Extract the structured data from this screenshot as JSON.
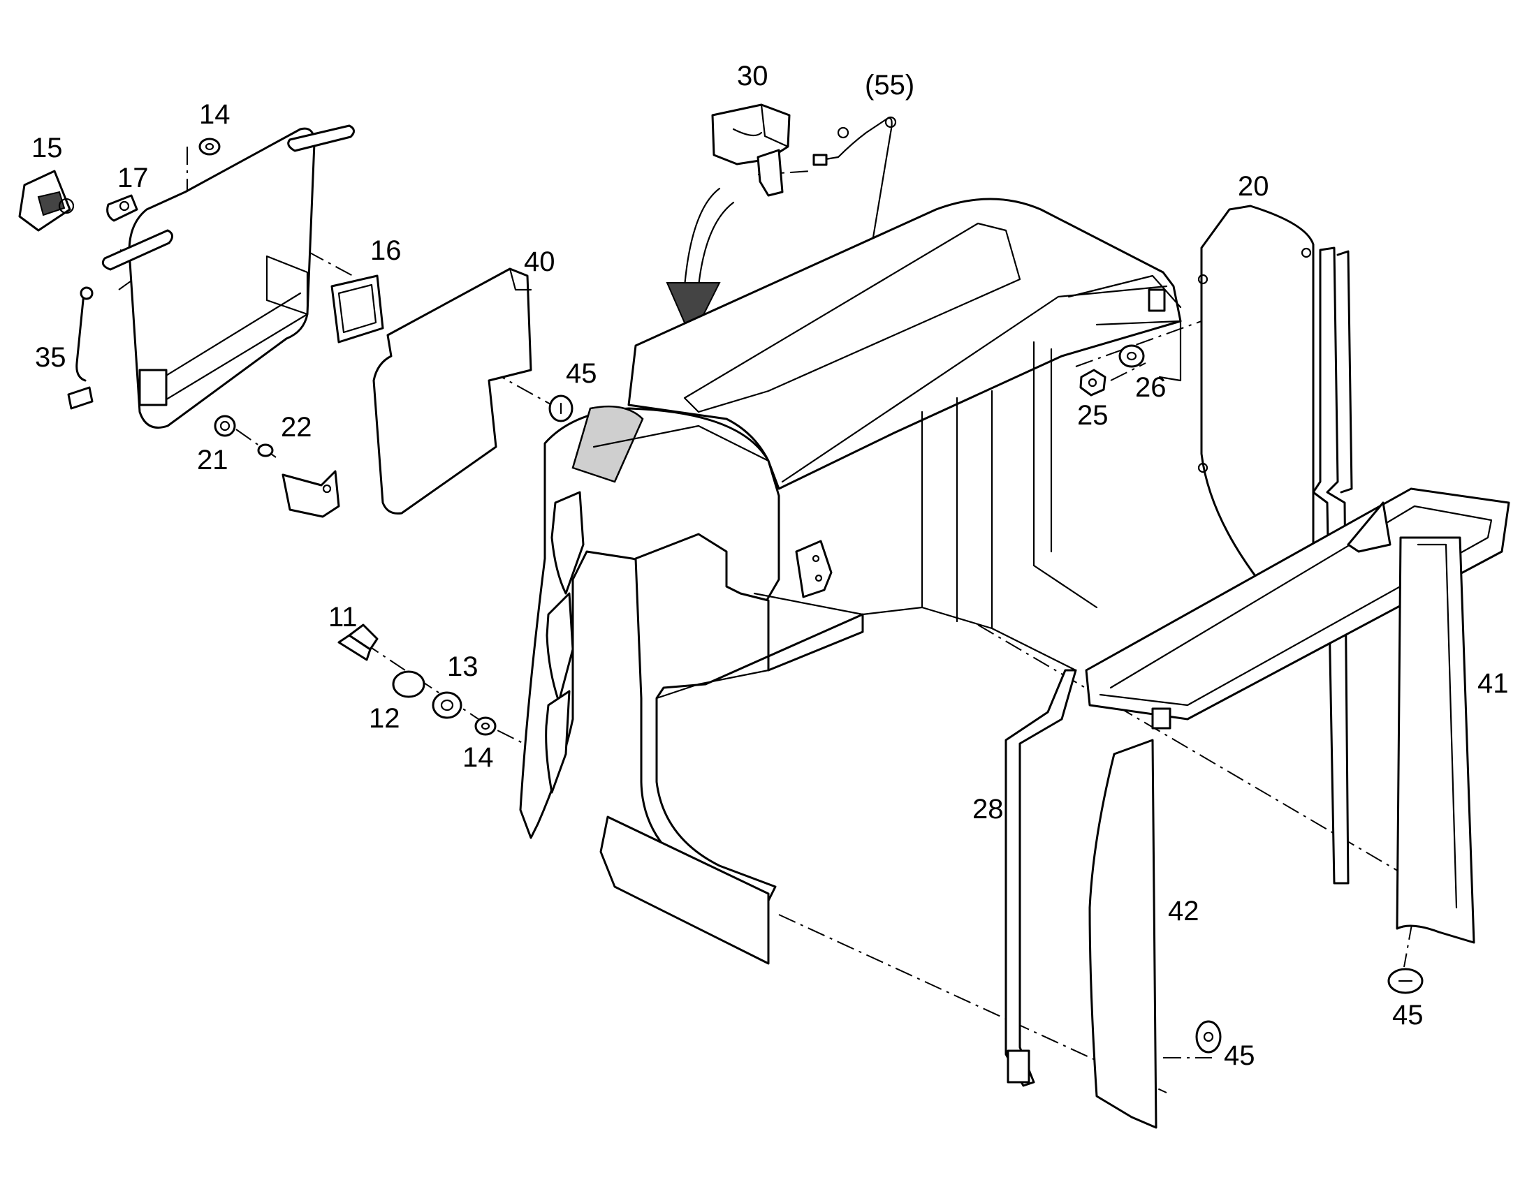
{
  "callouts": [
    {
      "id": "c15",
      "text": "15"
    },
    {
      "id": "c17",
      "text": "17"
    },
    {
      "id": "c14a",
      "text": "14"
    },
    {
      "id": "c16",
      "text": "16"
    },
    {
      "id": "c40",
      "text": "40"
    },
    {
      "id": "c35",
      "text": "35"
    },
    {
      "id": "c45a",
      "text": "45"
    },
    {
      "id": "c21",
      "text": "21"
    },
    {
      "id": "c22",
      "text": "22"
    },
    {
      "id": "c30",
      "text": "30"
    },
    {
      "id": "c55",
      "text": "(55)"
    },
    {
      "id": "c20",
      "text": "20"
    },
    {
      "id": "c26",
      "text": "26"
    },
    {
      "id": "c25",
      "text": "25"
    },
    {
      "id": "c11",
      "text": "11"
    },
    {
      "id": "c13",
      "text": "13"
    },
    {
      "id": "c12",
      "text": "12"
    },
    {
      "id": "c14b",
      "text": "14"
    },
    {
      "id": "c41",
      "text": "41"
    },
    {
      "id": "c28",
      "text": "28"
    },
    {
      "id": "c42",
      "text": "42"
    },
    {
      "id": "c45b",
      "text": "45"
    },
    {
      "id": "c45c",
      "text": "45"
    }
  ],
  "parts": [
    {
      "number": "11",
      "name": "bolt"
    },
    {
      "number": "12",
      "name": "washer"
    },
    {
      "number": "13",
      "name": "washer"
    },
    {
      "number": "14",
      "name": "washer"
    },
    {
      "number": "15",
      "name": "lock"
    },
    {
      "number": "16",
      "name": "plate"
    },
    {
      "number": "17",
      "name": "latch"
    },
    {
      "number": "20",
      "name": "side-panel"
    },
    {
      "number": "21",
      "name": "bumper"
    },
    {
      "number": "22",
      "name": "washer"
    },
    {
      "number": "25",
      "name": "nut"
    },
    {
      "number": "26",
      "name": "washer"
    },
    {
      "number": "28",
      "name": "seal-strip"
    },
    {
      "number": "30",
      "name": "work-lamp"
    },
    {
      "number": "35",
      "name": "rod"
    },
    {
      "number": "40",
      "name": "insulation-mat"
    },
    {
      "number": "41",
      "name": "seal-strip"
    },
    {
      "number": "42",
      "name": "insulation-mat"
    },
    {
      "number": "45",
      "name": "clip"
    },
    {
      "number": "(55)",
      "name": "cable"
    }
  ],
  "colors": {
    "line": "#000000",
    "background": "#ffffff",
    "shade": "#cfcfcf"
  }
}
